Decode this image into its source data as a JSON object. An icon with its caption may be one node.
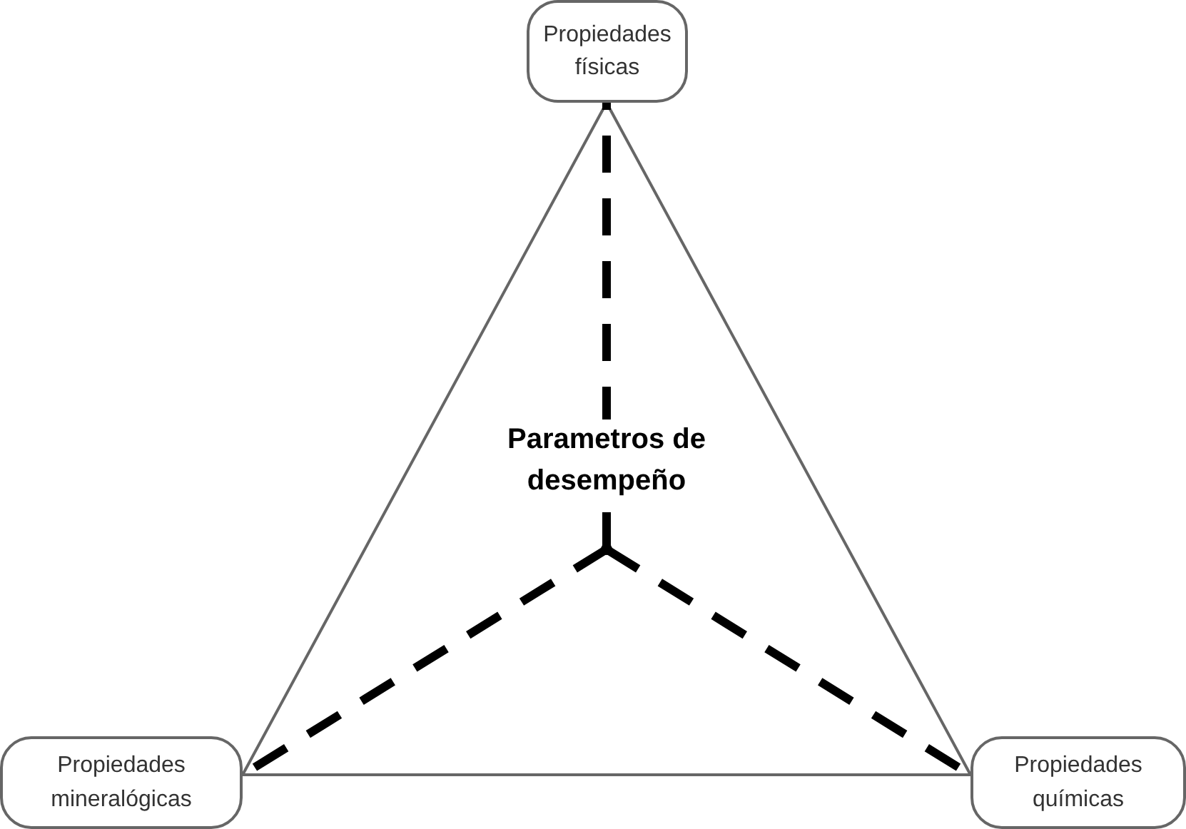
{
  "diagram": {
    "nodes": [
      {
        "text": [
          "Propiedades físicas"
        ]
      },
      {
        "text": [
          "Propiedades mineralógicas"
        ]
      },
      {
        "text": [
          "Propiedades químicas"
        ]
      },
      {
        "text": [],
        "shape": "circle"
      }
    ],
    "edges": [
      {
        "from": 0,
        "to": 1,
        "arrow": "none"
      },
      {
        "from": 1,
        "to": 2,
        "arrow": "none"
      },
      {
        "from": 2,
        "to": 0,
        "arrow": "none"
      },
      {
        "from": 3,
        "to": 0,
        "arrow": "none",
        "style": "dashed",
        "color": "#000000"
      },
      {
        "from": 3,
        "to": 1,
        "arrow": "none",
        "style": "dashed",
        "color": "#000000"
      },
      {
        "from": 3,
        "to": 2,
        "arrow": "none",
        "style": "dashed",
        "color": "#000000"
      }
    ],
    "labels": [
      "Parametros de desempeño"
    ]
  }
}
